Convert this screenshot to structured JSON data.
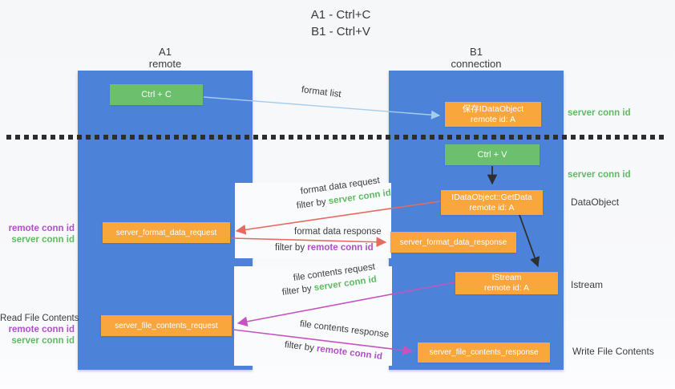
{
  "title": {
    "line1": "A1 - Ctrl+C",
    "line2": "B1 - Ctrl+V"
  },
  "columns": {
    "left": {
      "name": "A1",
      "subtitle": "remote"
    },
    "right": {
      "name": "B1",
      "subtitle": "connection"
    }
  },
  "nodes": {
    "ctrl_c": {
      "label": "Ctrl + C"
    },
    "save_idataobject": {
      "line1": "保存IDataObject",
      "line2": "remote id: A"
    },
    "ctrl_v": {
      "label": "Ctrl + V"
    },
    "getdata": {
      "line1": "IDataObject::GetData",
      "line2": "remote id: A"
    },
    "server_format_data_request": {
      "label": "server_format_data_request"
    },
    "server_format_data_response": {
      "label": "server_format_data_response"
    },
    "istream": {
      "line1": "IStream",
      "line2": "remote id: A"
    },
    "server_file_contents_request": {
      "label": "server_file_contents_request"
    },
    "server_file_contents_response": {
      "label": "server_file_contents_response"
    }
  },
  "flow_labels": {
    "format_list": "format list",
    "format_data_request": "format data request",
    "format_data_response": "format data response",
    "file_contents_request": "file contents request",
    "file_contents_response": "file contents response",
    "filter_by": "filter by"
  },
  "terms": {
    "server_conn_id": "server conn id",
    "remote_conn_id": "remote conn id"
  },
  "side_labels": {
    "read_file_contents": "Read File Contents",
    "write_file_contents": "Write File Contents",
    "dataobject": "DataObject",
    "istream": "Istream"
  },
  "colors": {
    "column_blue": "#4d82d9",
    "box_green": "#6cbf6c",
    "box_orange": "#f9a63d",
    "arrow_light_blue": "#a5cdee",
    "arrow_red": "#e66a60",
    "arrow_magenta": "#c554c0",
    "arrow_black": "#2f2f2f",
    "conn_id_green": "#5fbb63",
    "conn_id_purple": "#b050c8"
  }
}
